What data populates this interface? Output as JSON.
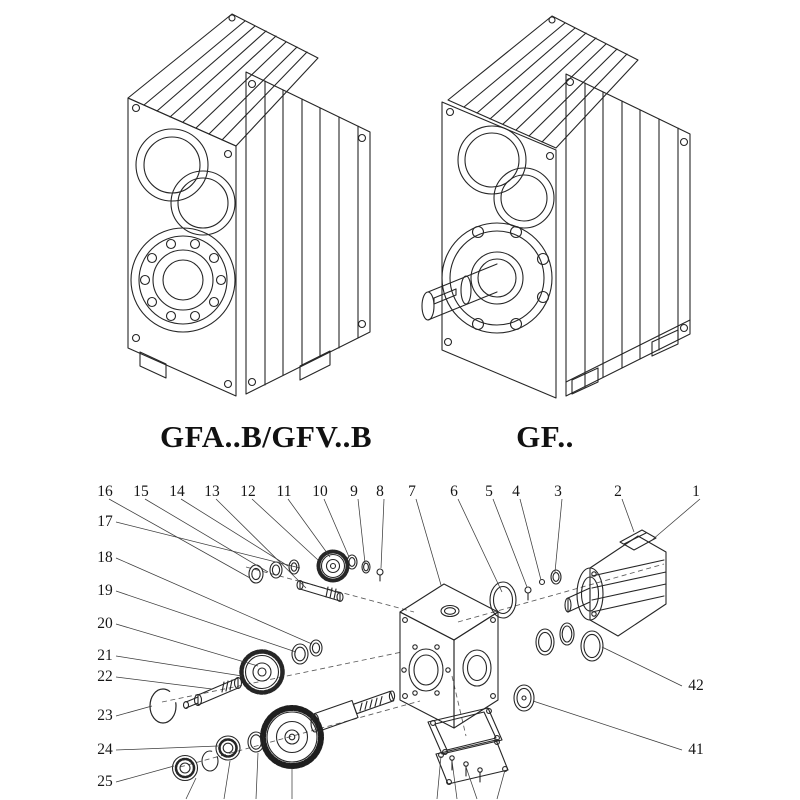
{
  "colors": {
    "ink": "#262626",
    "paper": "#ffffff"
  },
  "figures": {
    "left": {
      "caption": "GFA..B/GFV..B"
    },
    "right": {
      "caption": "GF.."
    }
  },
  "exploded": {
    "callouts": {
      "top": [
        "16",
        "15",
        "14",
        "13",
        "12",
        "11",
        "10",
        "9",
        "8",
        "7",
        "6",
        "5",
        "4",
        "3",
        "2",
        "1"
      ],
      "left": [
        "17",
        "18",
        "19",
        "20",
        "21",
        "22",
        "23",
        "24",
        "25"
      ],
      "right": [
        "42",
        "41"
      ]
    }
  }
}
